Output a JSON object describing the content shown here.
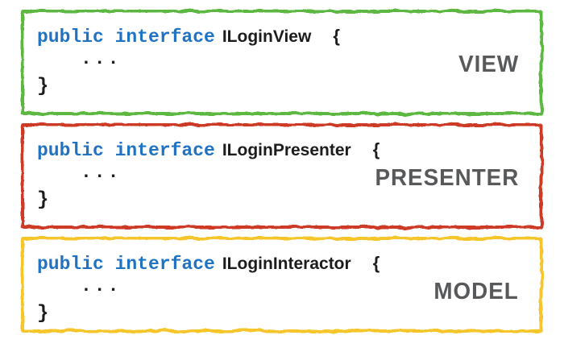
{
  "colors": {
    "keyword": "#2072c2",
    "code_text": "#1c1c1c",
    "label_text": "#58595b",
    "view_border": "#5db843",
    "presenter_border": "#cd3a27",
    "model_border": "#f6c52a",
    "background": "#ffffff"
  },
  "panels": [
    {
      "label": "VIEW",
      "border_color": "#5db843",
      "code": {
        "keyword": "public interface",
        "name": "ILoginView",
        "open_brace": "{",
        "body": "...",
        "close_brace": "}"
      }
    },
    {
      "label": "PRESENTER",
      "border_color": "#cd3a27",
      "code": {
        "keyword": "public interface",
        "name": "ILoginPresenter",
        "open_brace": "{",
        "body": "...",
        "close_brace": "}"
      }
    },
    {
      "label": "MODEL",
      "border_color": "#f6c52a",
      "code": {
        "keyword": "public interface",
        "name": "ILoginInteractor",
        "open_brace": "{",
        "body": "...",
        "close_brace": "}"
      }
    }
  ]
}
